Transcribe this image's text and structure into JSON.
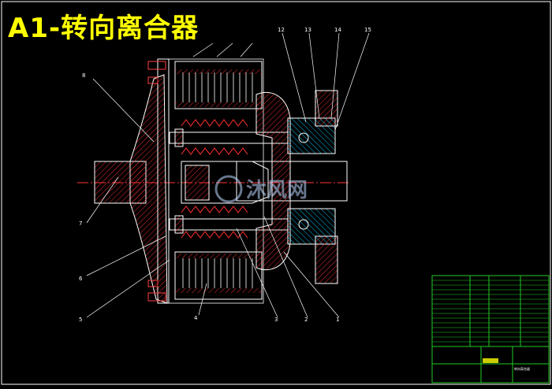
{
  "drawing": {
    "title": "A1-转向离合器",
    "watermark": "沐风网",
    "callouts": [
      "1",
      "2",
      "3",
      "4",
      "5",
      "6",
      "7",
      "8",
      "12",
      "13",
      "14",
      "15"
    ]
  },
  "title_block": {
    "rows": [
      "",
      "",
      "",
      "",
      "",
      "",
      "",
      "",
      "",
      "",
      "",
      "",
      "",
      ""
    ],
    "name": "转向离合器"
  },
  "colors": {
    "background": "#000000",
    "title": "#ffff00",
    "outline": "#ffffff",
    "hatch_red": "#ff2a2a",
    "hatch_cyan": "#00d0ff",
    "border_green": "#22cc22",
    "centerline": "#ff3333"
  }
}
